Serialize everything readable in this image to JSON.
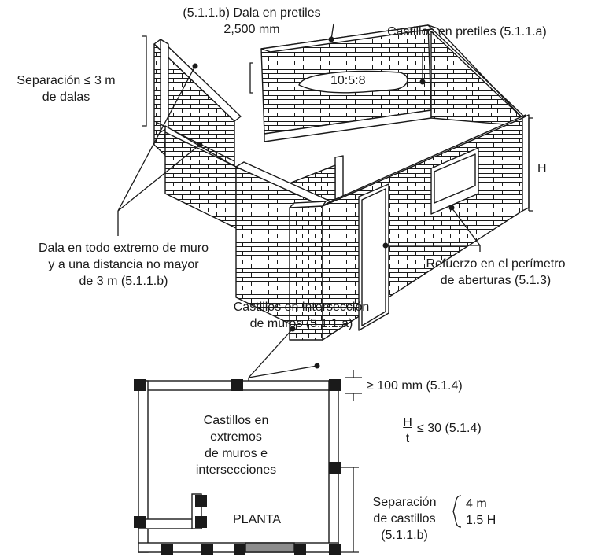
{
  "labels": {
    "dala_pretiles": "(5.1.1.b) Dala en pretiles\n2,500 mm",
    "castillos_pretiles": "Castillos en pretiles (5.1.1.a)",
    "separacion_dalas": "Separación ≤ 3 m\nde dalas",
    "slope_ratio": "10:5:8",
    "h_dim": "H",
    "dala_extremo": "Dala en todo extremo de muro\ny a una distancia no mayor\nde 3 m (5.1.1.b)",
    "refuerzo": "Refuerzo en el perímetro\nde aberturas (5.1.3)",
    "castillos_interseccion": "Castillos en intersección\nde muros (5.1.1.a)"
  },
  "plan": {
    "thickness_note": "≥ 100 mm (5.1.4)",
    "castillos_note": "Castillos en\nextremos\nde muros e\nintersecciones",
    "ratio_num": "H",
    "ratio_den": "t",
    "ratio_rest": "≤ 30 (5.1.4)",
    "title": "PLANTA",
    "separacion_label": "Separación\nde castillos\n(5.1.1.b)",
    "separacion_values": "4 m\n1.5 H"
  },
  "colors": {
    "ink": "#1a1a1a",
    "opening": "#8c8c8c"
  }
}
